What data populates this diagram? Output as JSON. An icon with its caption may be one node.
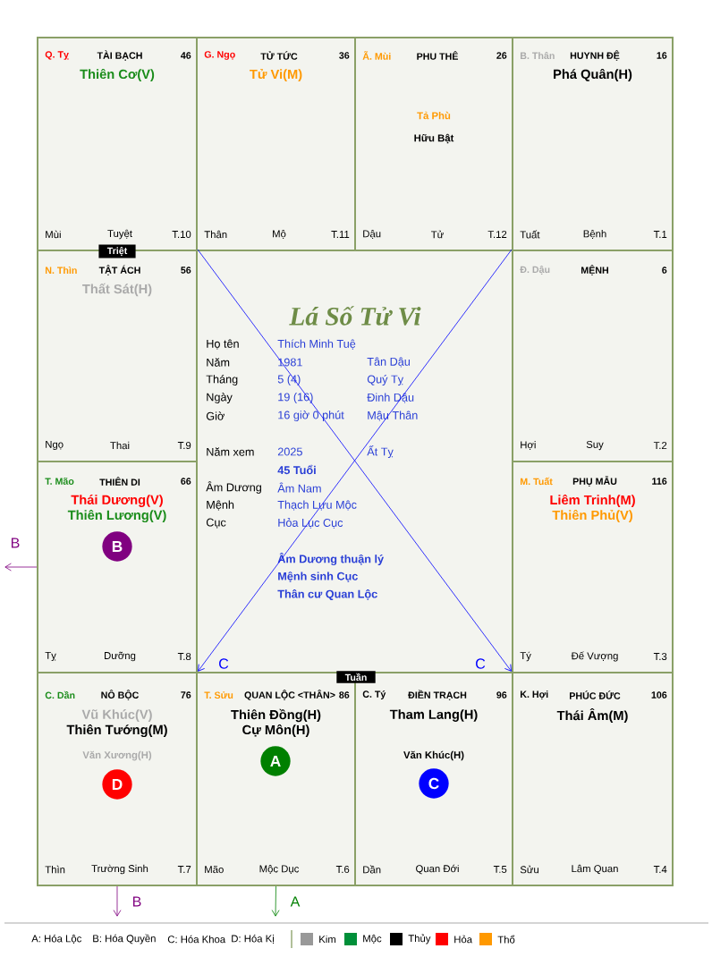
{
  "diagram": {
    "nodes": [
      {
        "text": [
          "Q. Tỵ",
          "TÀI BẠCH",
          "46",
          "Thiên Cơ(V)",
          "Mùi",
          "Tuyệt",
          "T.10"
        ]
      },
      {
        "text": [
          "G. Ngọ",
          "TỬ TỨC",
          "36",
          "Tử Vi(M)",
          "Thân",
          "Mộ",
          "T.11"
        ]
      },
      {
        "text": [
          "Ã. Mùi",
          "PHU THÊ",
          "26",
          "Tả Phù",
          "Hữu Bật",
          "Dậu",
          "Tử",
          "T.12"
        ]
      },
      {
        "text": [
          "B. Thân",
          "HUYNH ĐỆ",
          "16",
          "Phá Quân(H)",
          "Tuất",
          "Bệnh",
          "T.1"
        ]
      },
      {
        "text": [
          "Triệt"
        ]
      },
      {
        "text": [
          "N. Thìn",
          "TẬT ÁCH",
          "56",
          "Thất Sát(H)",
          "Ngọ",
          "Thai",
          "T.9"
        ]
      },
      {
        "text": [
          "Đ. Dậu",
          "MỆNH",
          "6",
          "Hợi",
          "Suy",
          "T.2"
        ]
      },
      {
        "text": [
          "T. Mão",
          "THIÊN DI",
          "66",
          "Thái Dương(V)",
          "Thiên Lương(V)",
          "Tỵ",
          "Dưỡng",
          "T.8"
        ]
      },
      {
        "text": [
          "B"
        ],
        "in": 7
      },
      {
        "text": [
          "M. Tuất",
          "PHỤ MẪU",
          "116",
          "Liêm Trinh(M)",
          "Thiên Phủ(V)",
          "Tý",
          "Đế Vượng",
          "T.3"
        ]
      },
      {
        "text": [
          "Tuần"
        ]
      },
      {
        "text": [
          "C. Dần",
          "NÔ BỘC",
          "76",
          "Vũ Khúc(V)",
          "Thiên Tướng(M)",
          "Văn Xương(H)",
          "Thìn",
          "Trường Sinh",
          "T.7"
        ]
      },
      {
        "text": [
          "D"
        ],
        "in": 11
      },
      {
        "text": [
          "T. Sửu",
          "QUAN LỘC <THÂN>",
          "86",
          "Thiên Đồng(H)",
          "Cự Môn(H)",
          "Mão",
          "Mộc Dục",
          "T.6"
        ]
      },
      {
        "text": [
          "A"
        ],
        "in": 13
      },
      {
        "text": [
          "C. Tý",
          "ĐIỀN TRẠCH",
          "96",
          "Tham Lang(H)",
          "Văn Khúc(H)",
          "Dần",
          "Quan Đới",
          "T.5"
        ]
      },
      {
        "text": [
          "C"
        ],
        "in": 15
      },
      {
        "text": [
          "K. Hợi",
          "PHÚC ĐỨC",
          "106",
          "Thái Âm(M)",
          "Sửu",
          "Lâm Quan",
          "T.4"
        ]
      }
    ],
    "edges": [
      {
        "from": 6,
        "to": 11,
        "arrow": "to",
        "label": "C",
        "color": "#0000ff"
      },
      {
        "from": 5,
        "to": 17,
        "arrow": "to",
        "label": "C",
        "color": "#0000ff"
      },
      {
        "from": 7,
        "to": null,
        "arrow": "to",
        "label": "B",
        "color": "#800080"
      },
      {
        "from": 11,
        "to": null,
        "arrow": "to",
        "label": "B",
        "color": "#800080"
      },
      {
        "from": 13,
        "to": null,
        "arrow": "to",
        "label": "A",
        "color": "#008000"
      }
    ],
    "labels": [
      "Lá Số Tử Vi",
      "Họ tên",
      "Thích Minh Tuệ",
      "Năm",
      "1981",
      "Tân Dậu",
      "Tháng",
      "5 (4)",
      "Quý Tỵ",
      "Ngày",
      "19 (16)",
      "Đinh Dậu",
      "Giờ",
      "16 giờ 0 phút",
      "Mậu Thân",
      "Năm xem",
      "2025",
      "Ất Tỵ",
      "45 Tuổi",
      "Âm Dương",
      "Âm Nam",
      "Mệnh",
      "Thạch Lựu Mộc",
      "Cục",
      "Hỏa Lục Cục",
      "Âm Dương thuận lý",
      "Mệnh sinh Cục",
      "Thân cư Quan Lộc"
    ],
    "legend": [
      {
        "text": "A: Hóa Lộc"
      },
      {
        "text": "B: Hóa Quyền"
      },
      {
        "text": "C: Hóa Khoa"
      },
      {
        "text": "D: Hóa Kị"
      },
      {
        "text": "Kim",
        "color": "#999999"
      },
      {
        "text": "Mộc",
        "color": "#008f39"
      },
      {
        "text": "Thủy",
        "color": "#000000"
      },
      {
        "text": "Hỏa",
        "color": "#ff0000"
      },
      {
        "text": "Thổ",
        "color": "#ff9900"
      }
    ]
  }
}
